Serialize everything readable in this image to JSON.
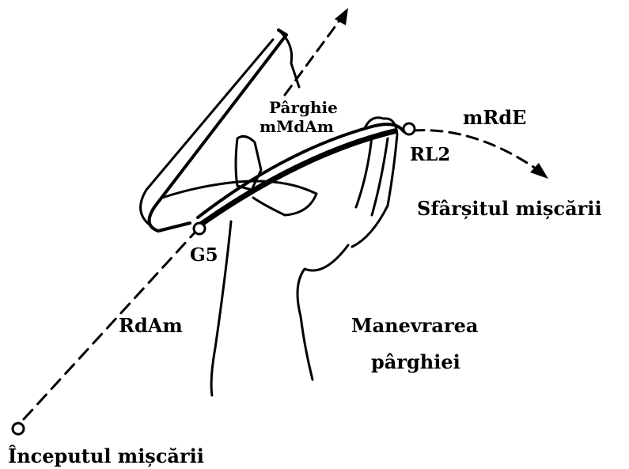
{
  "labels": {
    "lever": "Pârghie",
    "lever_code": "mMdAm",
    "move_right": "mRdE",
    "rl2": "RL2",
    "end": "Sfârșitul mișcării",
    "g5": "G5",
    "rdam": "RdAm",
    "maneuver_line1": "Manevrarea",
    "maneuver_line2": "pârghiei",
    "start": "Începutul mișcării"
  },
  "colors": {
    "ink": "#000000",
    "background": "#ffffff"
  }
}
